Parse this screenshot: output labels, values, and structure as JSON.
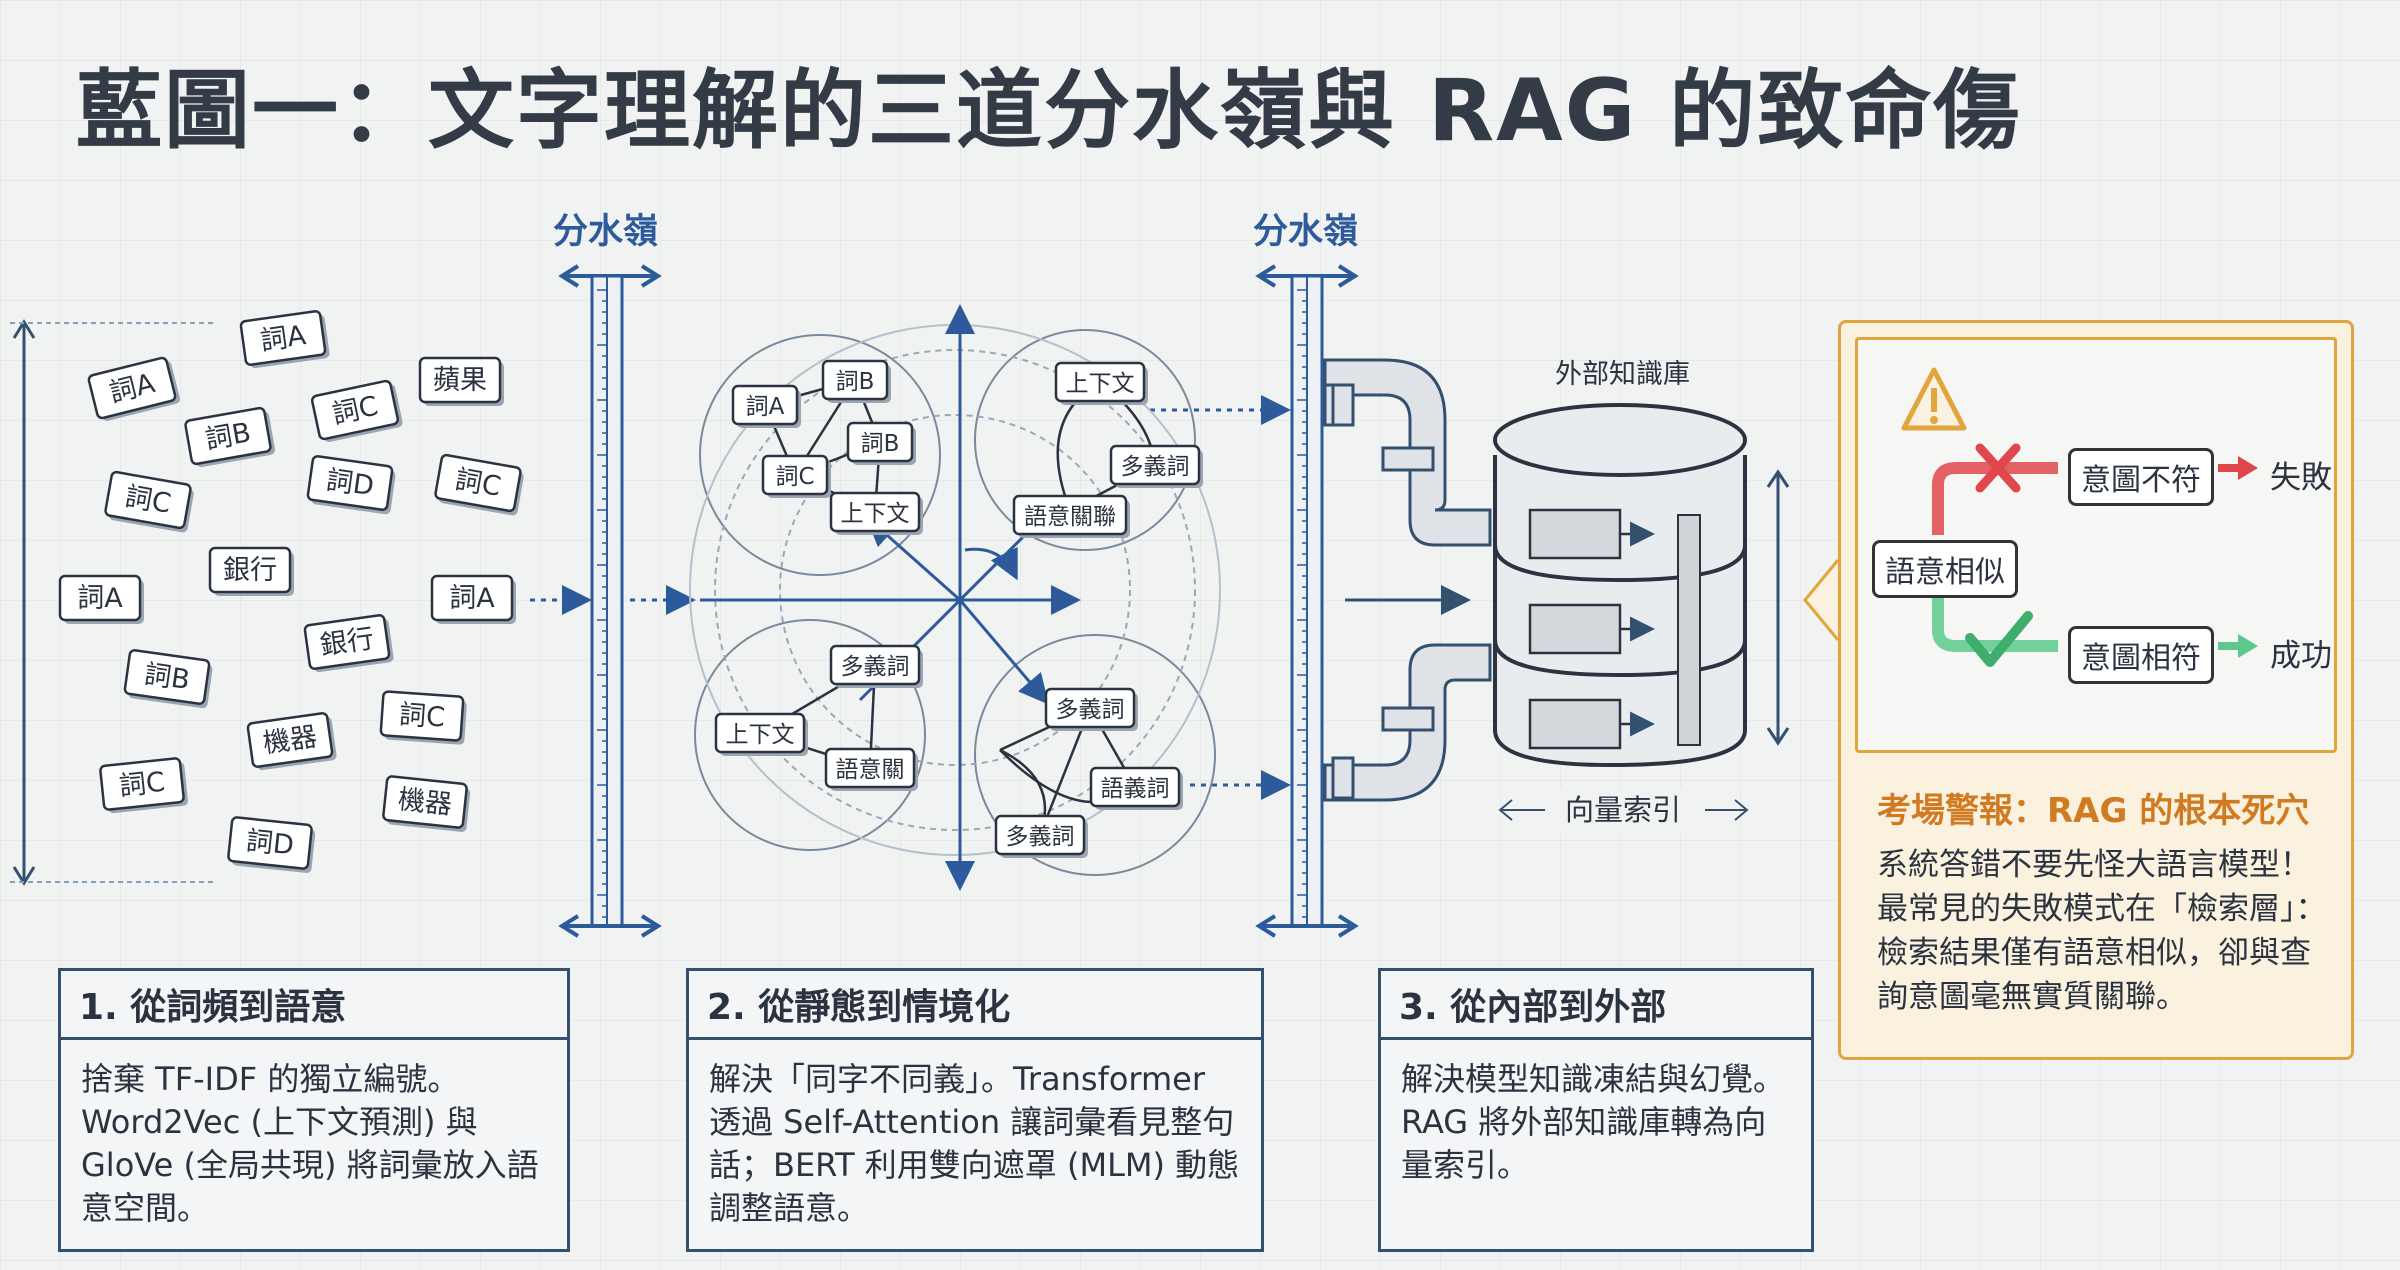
{
  "title": "藍圖一：文字理解的三道分水嶺與 RAG 的致命傷",
  "dividers": [
    "分水嶺",
    "分水嶺"
  ],
  "scattered_words": [
    "詞A",
    "詞A",
    "詞B",
    "詞C",
    "蘋果",
    "詞C",
    "詞D",
    "詞C",
    "銀行",
    "詞A",
    "詞A",
    "銀行",
    "詞B",
    "詞C",
    "機器",
    "詞C",
    "機器",
    "詞D"
  ],
  "semantic_space": {
    "cluster1": [
      "詞A",
      "詞B",
      "詞B",
      "詞C",
      "上下文"
    ],
    "cluster2": [
      "上下文",
      "多義詞",
      "語意關聯"
    ],
    "cluster3": [
      "多義詞",
      "上下文",
      "語意關"
    ],
    "cluster4": [
      "多義詞",
      "語義詞",
      "多義詞"
    ]
  },
  "database": {
    "label": "外部知識庫",
    "index_label": "向量索引"
  },
  "panels": [
    {
      "heading": "1. 從詞頻到語意",
      "body": "捨棄 TF-IDF 的獨立編號。Word2Vec (上下文預測) 與 GloVe (全局共現) 將詞彙放入語意空間。"
    },
    {
      "heading": "2. 從靜態到情境化",
      "body": "解決「同字不同義」。Transformer 透過 Self-Attention 讓詞彙看見整句話；BERT 利用雙向遮罩 (MLM) 動態調整語意。"
    },
    {
      "heading": "3. 從內部到外部",
      "body": "解決模型知識凍結與幻覺。RAG 將外部知識庫轉為向量索引。"
    }
  ],
  "warning": {
    "start": "語意相似",
    "fail_box": "意圖不符",
    "fail_result": "失敗",
    "success_box": "意圖相符",
    "success_result": "成功",
    "title": "考場警報：RAG 的根本死穴",
    "text": "系統答錯不要先怪大語言模型！最常見的失敗模式在「檢索層」：檢索結果僅有語意相似，卻與查詢意圖毫無實質關聯。"
  },
  "colors": {
    "accent_blue": "#2d5a9a",
    "warning_orange": "#e0a53c",
    "fail_red": "#e0474c",
    "success_green": "#5cc98a"
  }
}
